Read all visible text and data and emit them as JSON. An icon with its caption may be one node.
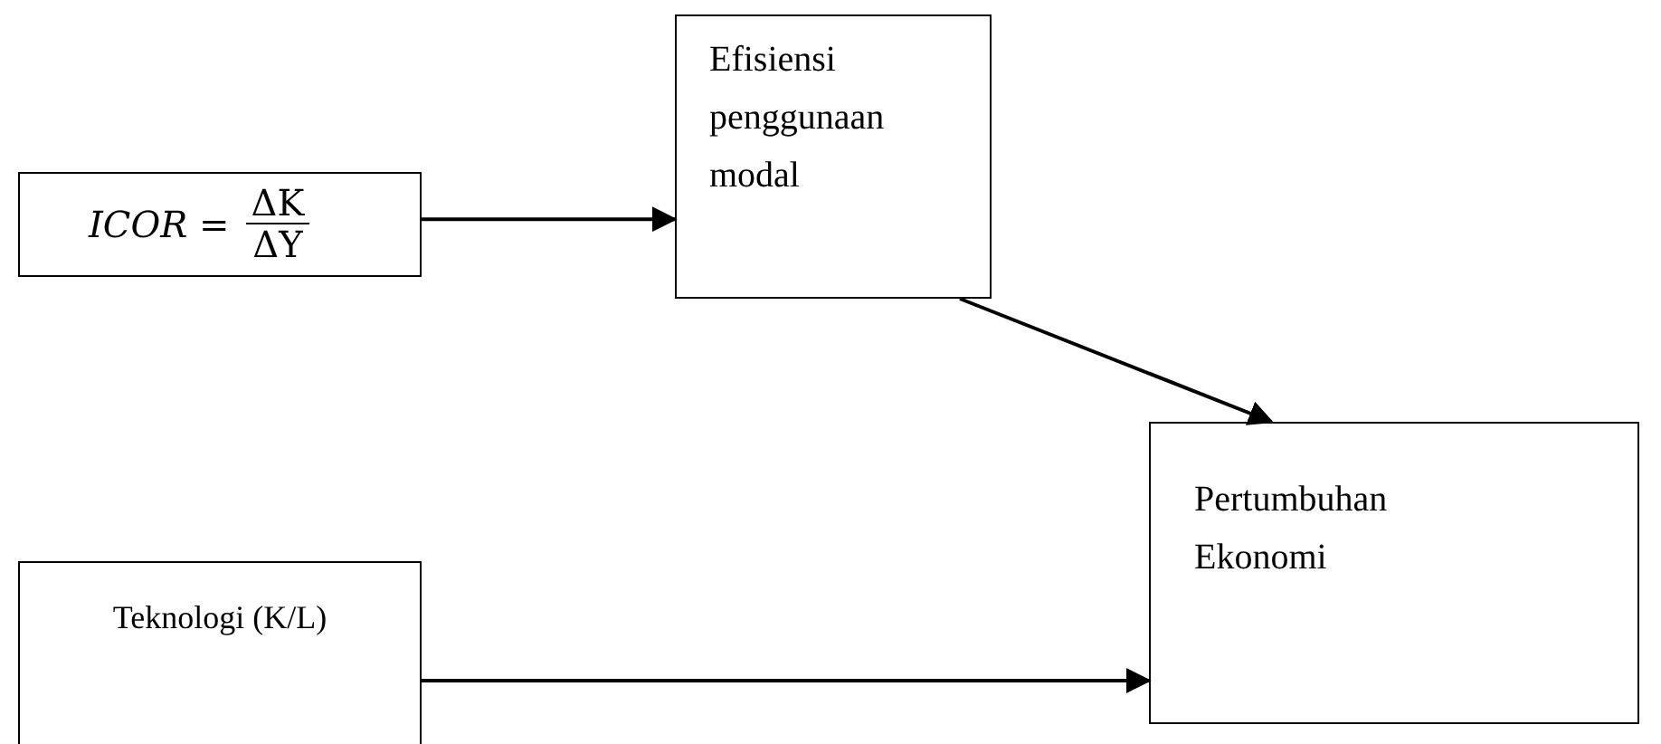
{
  "diagram": {
    "nodes": [
      {
        "text": [
          "ICOR =",
          "ΔK",
          "ΔY"
        ]
      },
      {
        "text": [
          "Efisiensi penggunaan modal"
        ]
      },
      {
        "text": [
          "Pertumbuhan Ekonomi"
        ]
      },
      {
        "text": [
          "Teknologi (K/L)"
        ]
      }
    ],
    "edges": [
      {
        "from": 0,
        "to": 1,
        "arrow": "to"
      },
      {
        "from": 1,
        "to": 2,
        "arrow": "to"
      },
      {
        "from": 3,
        "to": 2,
        "arrow": "to"
      }
    ]
  }
}
